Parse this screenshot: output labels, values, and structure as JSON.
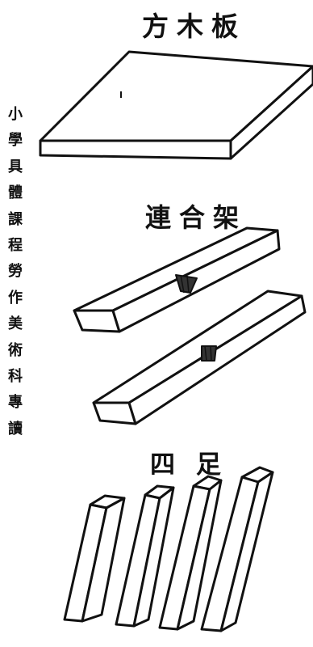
{
  "titles": {
    "board": "方木板",
    "joint": "連合架",
    "legs": "四足"
  },
  "side_text": "小學具體課程勞作美術科專讀",
  "illustration": {
    "ink_color": "#111111",
    "paper_color": "#ffffff",
    "parts": [
      "square-wood-board",
      "joined-frame-upper-bar",
      "joined-frame-lower-bar",
      "leg",
      "leg",
      "leg",
      "leg"
    ]
  }
}
